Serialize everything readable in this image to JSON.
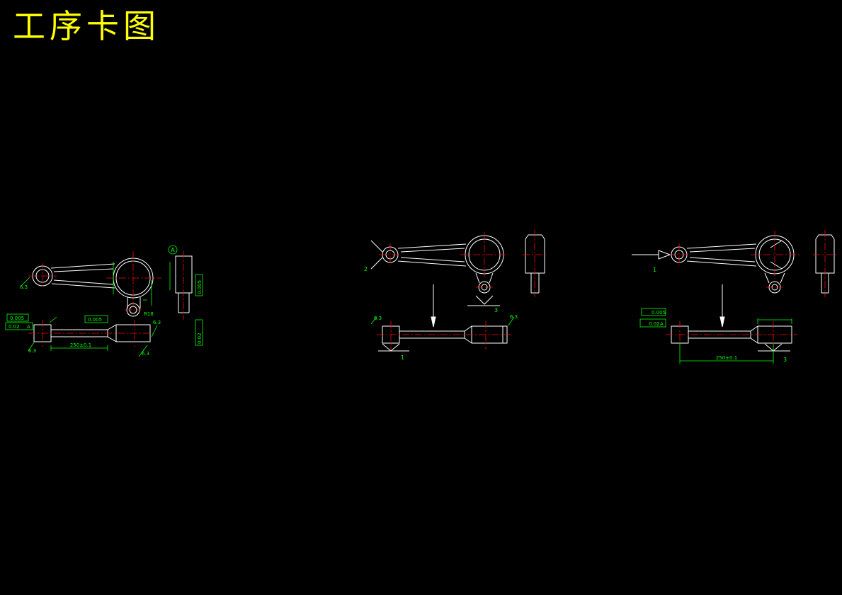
{
  "title": "工序卡图",
  "colors": {
    "background": "#000000",
    "title": "#ffff00",
    "outline": "#ffffff",
    "centerline": "#ff0000",
    "annotation": "#00ff00"
  },
  "stage1": {
    "datum": "A",
    "tol_flatness": "0.005",
    "tol_parallel": "0.02",
    "tol_parallel_datum": "A",
    "tol_flatness_2": "0.005",
    "tol_flatness_side": "0.005",
    "tol_parallel_side": "0.02",
    "roughness_a": "6.3",
    "roughness_b": "6.3",
    "roughness_c": "6.3",
    "roughness_d": "6.3",
    "radius": "R18",
    "length_dim": "250±0.1"
  },
  "stage2": {
    "roughness_left": "6.3",
    "roughness_right": "6.3",
    "label_1": "1",
    "label_2": "2",
    "label_3": "3"
  },
  "stage3": {
    "tol_flatness": "0.005",
    "tol_parallel": "0.02",
    "tol_parallel_datum": "A",
    "length_dim": "250±0.1",
    "label_1": "1",
    "label_3": "3"
  }
}
